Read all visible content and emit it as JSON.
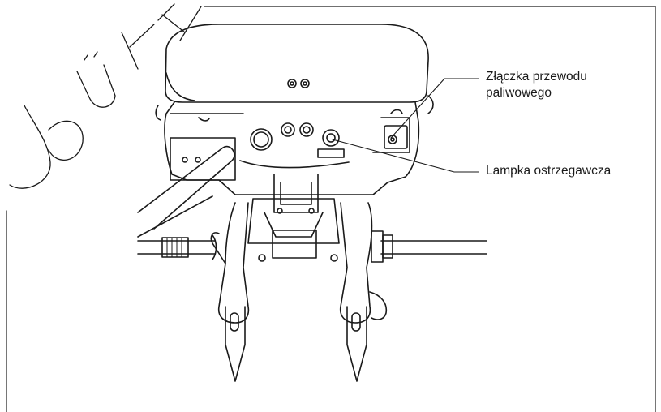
{
  "callouts": {
    "fuel_connector": {
      "line1": "Złączka przewodu",
      "line2": "paliwowego"
    },
    "warning_lamp": {
      "text": "Lampka ostrzegawcza"
    }
  },
  "watermark": {
    "text": "DO UŻYTKU"
  },
  "colors": {
    "line": "#1a1a1a",
    "background": "#ffffff",
    "watermark": "#1a1a1a"
  }
}
